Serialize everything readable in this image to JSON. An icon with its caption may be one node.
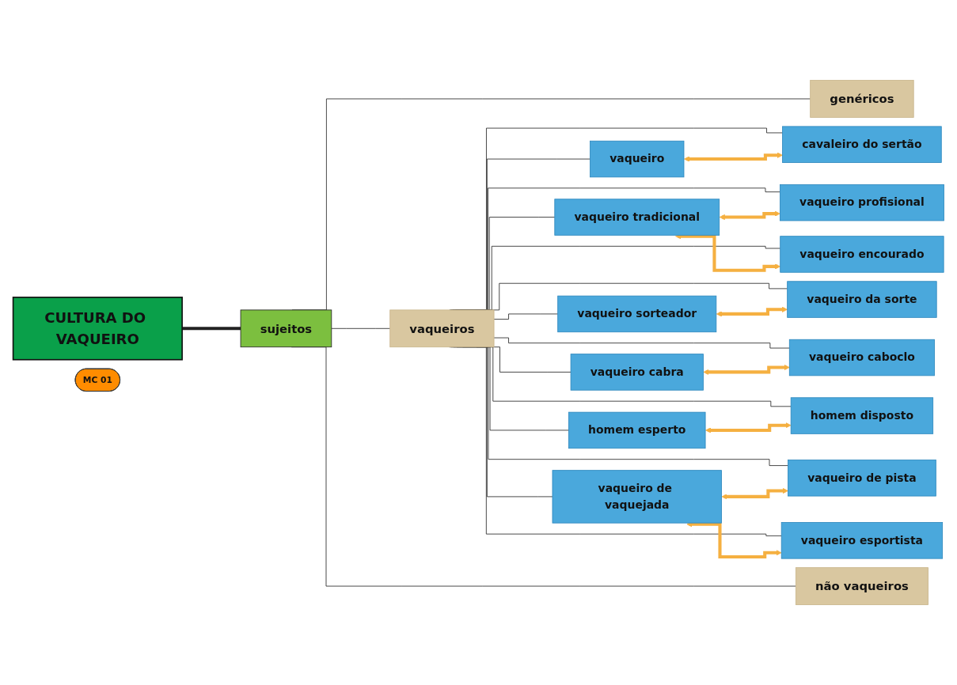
{
  "diagram": {
    "nodes": [
      {
        "text": [
          "CULTURA DO VAQUEIRO"
        ]
      },
      {
        "text": [
          "MC 01"
        ]
      },
      {
        "text": [
          "sujeitos"
        ]
      },
      {
        "text": [
          "genéricos"
        ]
      },
      {
        "text": [
          "vaqueiros"
        ]
      },
      {
        "text": [
          "vaqueiro"
        ]
      },
      {
        "text": [
          "cavaleiro do sertão"
        ]
      },
      {
        "text": [
          "vaqueiro tradicional"
        ]
      },
      {
        "text": [
          "vaqueiro profisional"
        ]
      },
      {
        "text": [
          "vaqueiro encourado"
        ]
      },
      {
        "text": [
          "vaqueiro sorteador"
        ]
      },
      {
        "text": [
          "vaqueiro da sorte"
        ]
      },
      {
        "text": [
          "vaqueiro cabra"
        ]
      },
      {
        "text": [
          "vaqueiro caboclo"
        ]
      },
      {
        "text": [
          "homem esperto"
        ]
      },
      {
        "text": [
          "homem disposto"
        ]
      },
      {
        "text": [
          "vaqueiro de vaquejada"
        ]
      },
      {
        "text": [
          "vaqueiro de pista"
        ]
      },
      {
        "text": [
          "vaqueiro esportista"
        ]
      },
      {
        "text": [
          "não vaqueiros"
        ]
      }
    ],
    "edges": [
      {
        "from": 0,
        "to": 2,
        "arrow": "none",
        "style": "thick"
      },
      {
        "from": 2,
        "to": 3,
        "arrow": "none"
      },
      {
        "from": 2,
        "to": 4,
        "arrow": "none"
      },
      {
        "from": 2,
        "to": 19,
        "arrow": "none"
      },
      {
        "from": 4,
        "to": 5,
        "arrow": "none"
      },
      {
        "from": 4,
        "to": 6,
        "arrow": "none"
      },
      {
        "from": 4,
        "to": 7,
        "arrow": "none"
      },
      {
        "from": 4,
        "to": 8,
        "arrow": "none"
      },
      {
        "from": 4,
        "to": 9,
        "arrow": "none"
      },
      {
        "from": 4,
        "to": 10,
        "arrow": "none"
      },
      {
        "from": 4,
        "to": 11,
        "arrow": "none"
      },
      {
        "from": 4,
        "to": 12,
        "arrow": "none"
      },
      {
        "from": 4,
        "to": 13,
        "arrow": "none"
      },
      {
        "from": 4,
        "to": 14,
        "arrow": "none"
      },
      {
        "from": 4,
        "to": 15,
        "arrow": "none"
      },
      {
        "from": 4,
        "to": 16,
        "arrow": "none"
      },
      {
        "from": 4,
        "to": 17,
        "arrow": "none"
      },
      {
        "from": 4,
        "to": 18,
        "arrow": "none"
      },
      {
        "from": 5,
        "to": 6,
        "arrow": "both",
        "style": "thick",
        "color": "#f5b041"
      },
      {
        "from": 7,
        "to": 8,
        "arrow": "both",
        "style": "thick",
        "color": "#f5b041"
      },
      {
        "from": 7,
        "to": 9,
        "arrow": "both",
        "style": "thick",
        "color": "#f5b041"
      },
      {
        "from": 10,
        "to": 11,
        "arrow": "both",
        "style": "thick",
        "color": "#f5b041"
      },
      {
        "from": 12,
        "to": 13,
        "arrow": "both",
        "style": "thick",
        "color": "#f5b041"
      },
      {
        "from": 14,
        "to": 15,
        "arrow": "both",
        "style": "thick",
        "color": "#f5b041"
      },
      {
        "from": 16,
        "to": 17,
        "arrow": "both",
        "style": "thick",
        "color": "#f5b041"
      },
      {
        "from": 16,
        "to": 18,
        "arrow": "both",
        "style": "thick",
        "color": "#f5b041"
      }
    ]
  }
}
